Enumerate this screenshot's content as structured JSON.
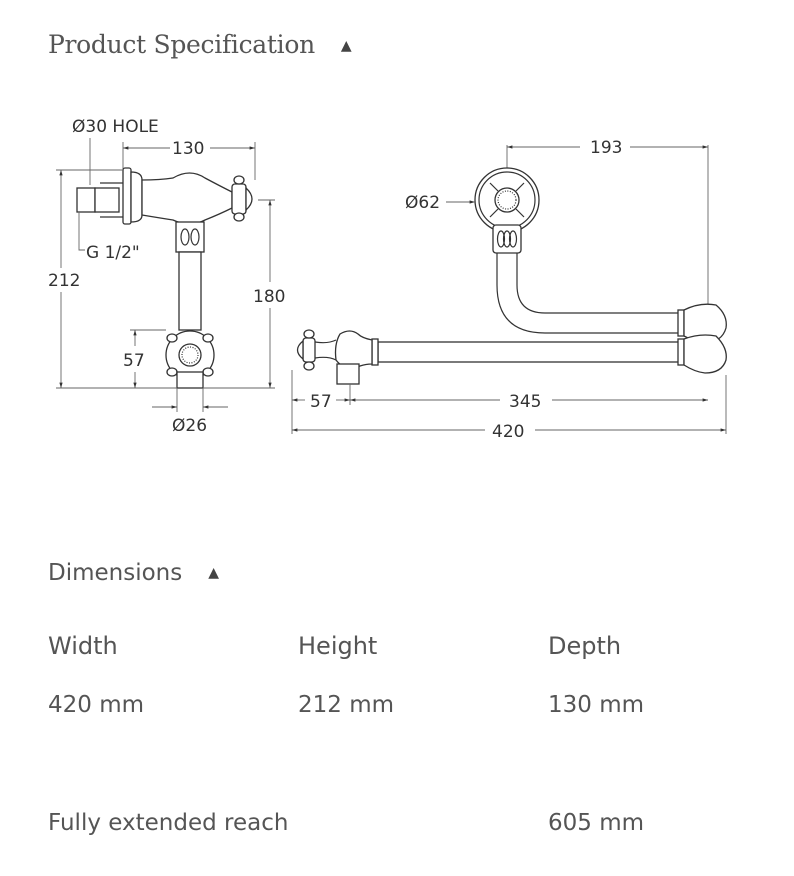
{
  "spec_section": {
    "title": "Product Specification",
    "toggle_icon": "triangle-up-icon",
    "toggle_glyph": "▲"
  },
  "drawing": {
    "hole_label": "Ø30 HOLE",
    "thread_label": "G 1/2\"",
    "dim_130": "130",
    "dim_212": "212",
    "dim_180": "180",
    "dim_57_left": "57",
    "dim_26": "Ø26",
    "dim_193": "193",
    "dim_62": "Ø62",
    "dim_57_bottom": "57",
    "dim_345": "345",
    "dim_420": "420"
  },
  "dimensions_section": {
    "title": "Dimensions",
    "toggle_glyph": "▲",
    "width_label": "Width",
    "width_value": "420 mm",
    "height_label": "Height",
    "height_value": "212 mm",
    "depth_label": "Depth",
    "depth_value": "130 mm",
    "reach_label": "Fully extended reach",
    "reach_value": "605 mm"
  }
}
